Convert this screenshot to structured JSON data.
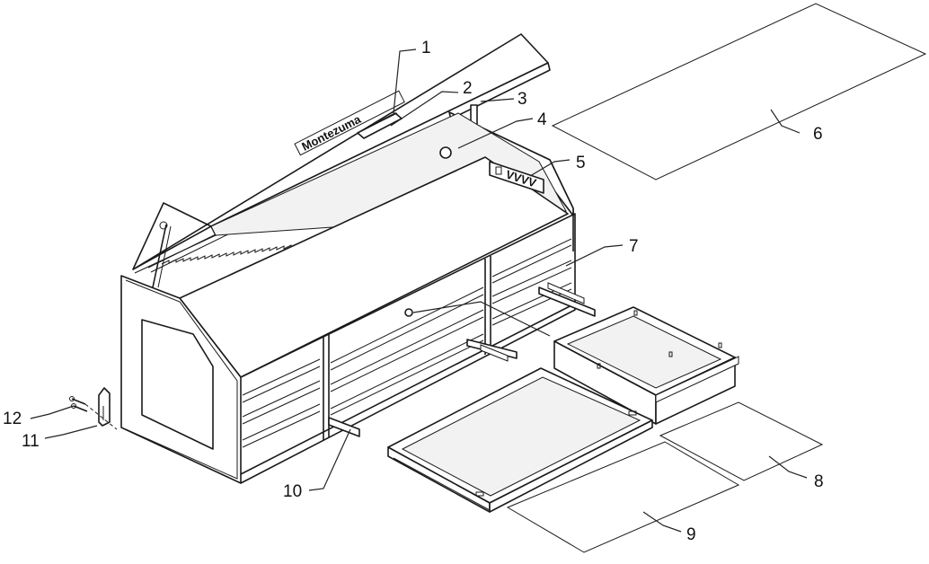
{
  "diagram": {
    "brand_text": "Montezuma",
    "dimension_labels": {
      "width_marks": "VVVV"
    },
    "callouts": [
      {
        "id": "1",
        "label": "1"
      },
      {
        "id": "2",
        "label": "2"
      },
      {
        "id": "3",
        "label": "3"
      },
      {
        "id": "4",
        "label": "4"
      },
      {
        "id": "5",
        "label": "5"
      },
      {
        "id": "6",
        "label": "6"
      },
      {
        "id": "7",
        "label": "7"
      },
      {
        "id": "8",
        "label": "8"
      },
      {
        "id": "9",
        "label": "9"
      },
      {
        "id": "10",
        "label": "10"
      },
      {
        "id": "11",
        "label": "11"
      },
      {
        "id": "12",
        "label": "12"
      }
    ]
  }
}
